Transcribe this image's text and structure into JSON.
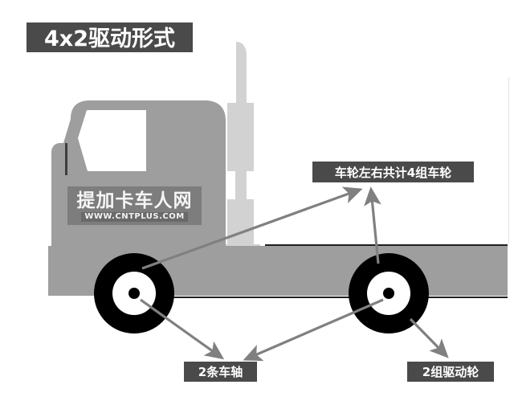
{
  "diagram": {
    "title": "4x2驱动形式",
    "subject": "truck-side-view",
    "background_color": "#ffffff",
    "label_bg_color": "#4a4a4a",
    "label_text_color": "#ffffff",
    "arrow_color": "#808080",
    "body_color": "#9e9e9e",
    "stack_color": "#d2d2d2",
    "tire_color": "#000000",
    "rim_color": "#ffffff"
  },
  "labels": {
    "title": "4x2驱动形式",
    "wheels": "车轮左右共计4组车轮",
    "axles": "2条车轴",
    "drive": "2组驱动轮"
  },
  "watermark": {
    "main": "提加卡车人网",
    "url": "WWW.CNTPLUS.COM"
  },
  "callouts": [
    {
      "name": "wheels-callout",
      "label": "车轮左右共计4组车轮",
      "targets": [
        "front-wheel-hub",
        "rear-wheel-hub"
      ],
      "arrow_count": 2
    },
    {
      "name": "axles-callout",
      "label": "2条车轴",
      "targets": [
        "front-wheel-hub",
        "rear-wheel-hub"
      ],
      "arrow_count": 2
    },
    {
      "name": "drive-callout",
      "label": "2组驱动轮",
      "targets": [
        "rear-wheel-hub"
      ],
      "arrow_count": 1
    }
  ],
  "parts": {
    "front_wheel": "front-wheel",
    "rear_wheel": "rear-wheel",
    "cab": "truck-cab",
    "window": "cab-window",
    "exhaust": "exhaust-stack",
    "chassis": "chassis-frame"
  }
}
